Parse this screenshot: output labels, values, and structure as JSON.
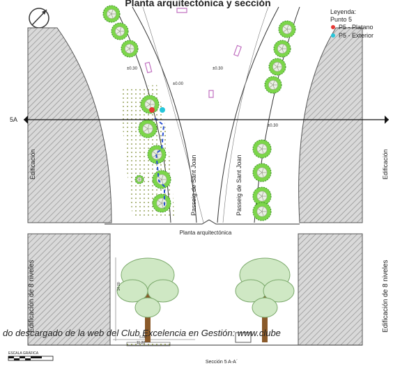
{
  "title": "Planta arquitectónica y sección",
  "legend": {
    "heading": "Leyenda:",
    "subheading": "Punto 5",
    "items": [
      {
        "label": "P5 - Platano",
        "color": "#e53935"
      },
      {
        "label": "P5 - Exterior",
        "color": "#26c6da"
      }
    ]
  },
  "plan": {
    "section_marker": "5A",
    "levels": [
      "±0.30",
      "±0.30",
      "±0.00",
      "±0.30"
    ],
    "street_left": "Passeig de Sant Joan",
    "street_right": "Passeig de Sant Joan",
    "building_left": "Edificación",
    "building_right": "Edificación",
    "caption": "Planta arquitectónica"
  },
  "section": {
    "building_left": "Edificación de 8 niveles",
    "building_right": "Edificación de 8 niveles",
    "dimension_height": "14.20",
    "dimension_width": "11.20",
    "dimension_small": "5.00",
    "scale_label": "ESCALA GRÁFICA",
    "caption": "Sección 5 A-A´"
  },
  "watermark": "do descargado de la web del Club Excelencia en Gestión: www.clube",
  "colors": {
    "tree_green": "#7cd64a",
    "tree_dark": "#3f8f2a",
    "hatch": "#9a9a9a",
    "grid_dot": "#8a9a40",
    "bench_purple": "#c070c0",
    "trunk": "#8a5a2a"
  }
}
